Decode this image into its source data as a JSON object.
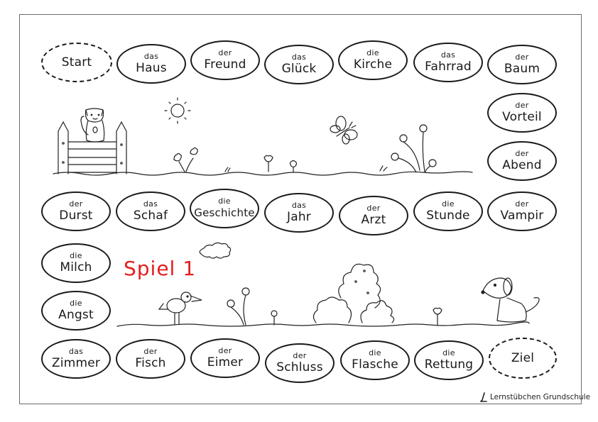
{
  "game": {
    "title": "Spiel 1",
    "footer_brand": "Lernstübchen Grundschule",
    "title_color": "#e41e20",
    "start_label": "Start",
    "goal_label": "Ziel"
  },
  "board": {
    "row1": [
      {
        "article": "",
        "noun": "Start",
        "type": "start"
      },
      {
        "article": "das",
        "noun": "Haus"
      },
      {
        "article": "der",
        "noun": "Freund"
      },
      {
        "article": "das",
        "noun": "Glück"
      },
      {
        "article": "die",
        "noun": "Kirche"
      },
      {
        "article": "das",
        "noun": "Fahrrad"
      },
      {
        "article": "der",
        "noun": "Baum"
      }
    ],
    "right_column": [
      {
        "article": "der",
        "noun": "Vorteil"
      },
      {
        "article": "der",
        "noun": "Abend"
      }
    ],
    "row2": [
      {
        "article": "der",
        "noun": "Durst"
      },
      {
        "article": "das",
        "noun": "Schaf"
      },
      {
        "article": "die",
        "noun": "Geschichte"
      },
      {
        "article": "das",
        "noun": "Jahr"
      },
      {
        "article": "der",
        "noun": "Arzt"
      },
      {
        "article": "die",
        "noun": "Stunde"
      },
      {
        "article": "der",
        "noun": "Vampir"
      }
    ],
    "left_column": [
      {
        "article": "die",
        "noun": "Milch"
      },
      {
        "article": "die",
        "noun": "Angst"
      }
    ],
    "row3": [
      {
        "article": "das",
        "noun": "Zimmer"
      },
      {
        "article": "der",
        "noun": "Fisch"
      },
      {
        "article": "der",
        "noun": "Eimer"
      },
      {
        "article": "der",
        "noun": "Schluss"
      },
      {
        "article": "die",
        "noun": "Flasche"
      },
      {
        "article": "die",
        "noun": "Rettung"
      },
      {
        "article": "",
        "noun": "Ziel",
        "type": "goal"
      }
    ]
  },
  "illustrations": {
    "top_scene": [
      "cat-on-fence",
      "sun",
      "tulips",
      "butterfly",
      "flowers"
    ],
    "bottom_scene": [
      "cloud",
      "bird",
      "flowers",
      "bushes",
      "dog"
    ]
  }
}
